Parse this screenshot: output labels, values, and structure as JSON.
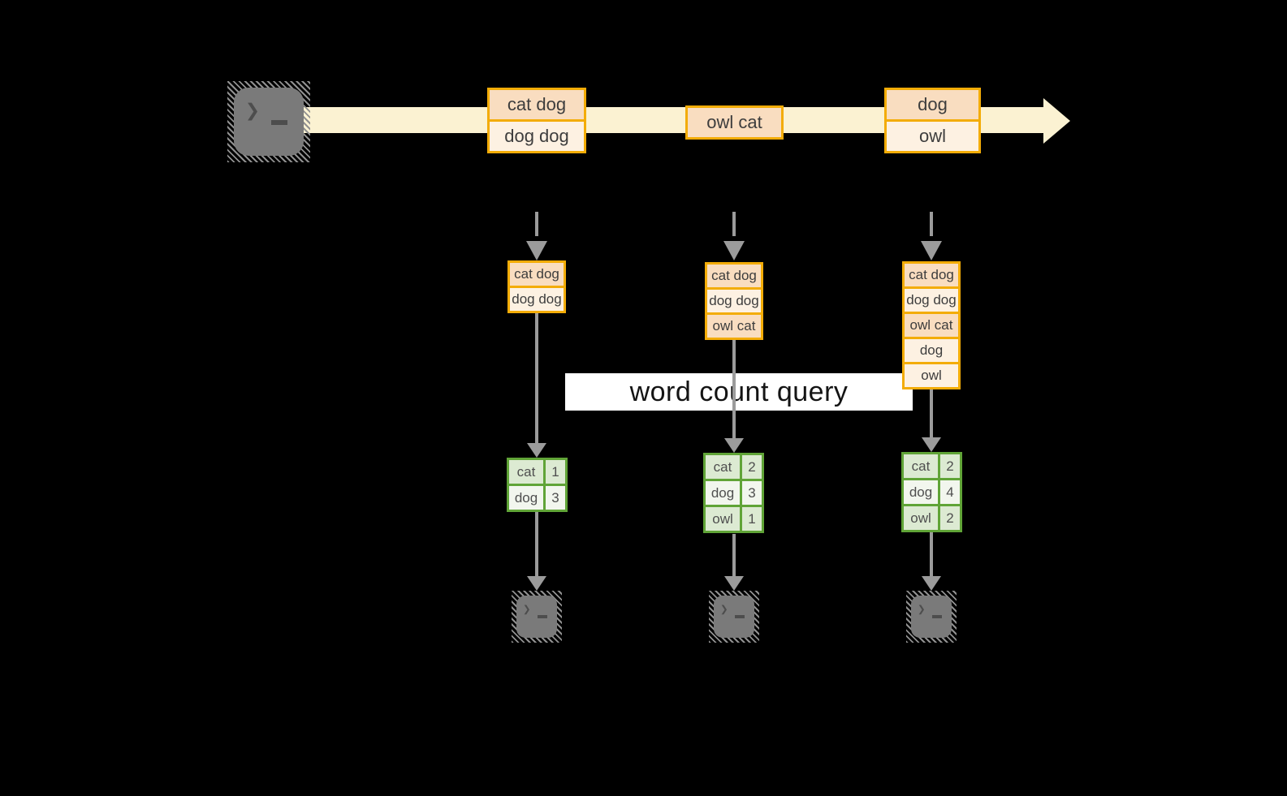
{
  "query_label": "word count query",
  "icons": {
    "terminal_prompt_glyph": "❯"
  },
  "colors": {
    "amber": "#f3ac07",
    "peach": "#f9ddc0",
    "cream": "#fdf1e2",
    "band": "#fbf2d2",
    "green_border": "#60a437",
    "green_a": "#dcead2",
    "green_b": "#f2f6ee",
    "gray": "#9b9b9b",
    "term": "#7a7a7a",
    "ink": "#3d3d3d"
  },
  "timeline": {
    "batches": [
      {
        "lines": [
          "cat dog",
          "dog dog"
        ]
      },
      {
        "lines": [
          "owl cat"
        ]
      },
      {
        "lines": [
          "dog",
          "owl"
        ]
      }
    ]
  },
  "columns": [
    {
      "micro_batch": [
        "cat dog",
        "dog dog"
      ],
      "counts": [
        {
          "word": "cat",
          "count": "1"
        },
        {
          "word": "dog",
          "count": "3"
        }
      ]
    },
    {
      "micro_batch": [
        "cat dog",
        "dog dog",
        "owl cat"
      ],
      "counts": [
        {
          "word": "cat",
          "count": "2"
        },
        {
          "word": "dog",
          "count": "3"
        },
        {
          "word": "owl",
          "count": "1"
        }
      ]
    },
    {
      "micro_batch": [
        "cat dog",
        "dog dog",
        "owl cat",
        "dog",
        "owl"
      ],
      "counts": [
        {
          "word": "cat",
          "count": "2"
        },
        {
          "word": "dog",
          "count": "4"
        },
        {
          "word": "owl",
          "count": "2"
        }
      ]
    }
  ]
}
